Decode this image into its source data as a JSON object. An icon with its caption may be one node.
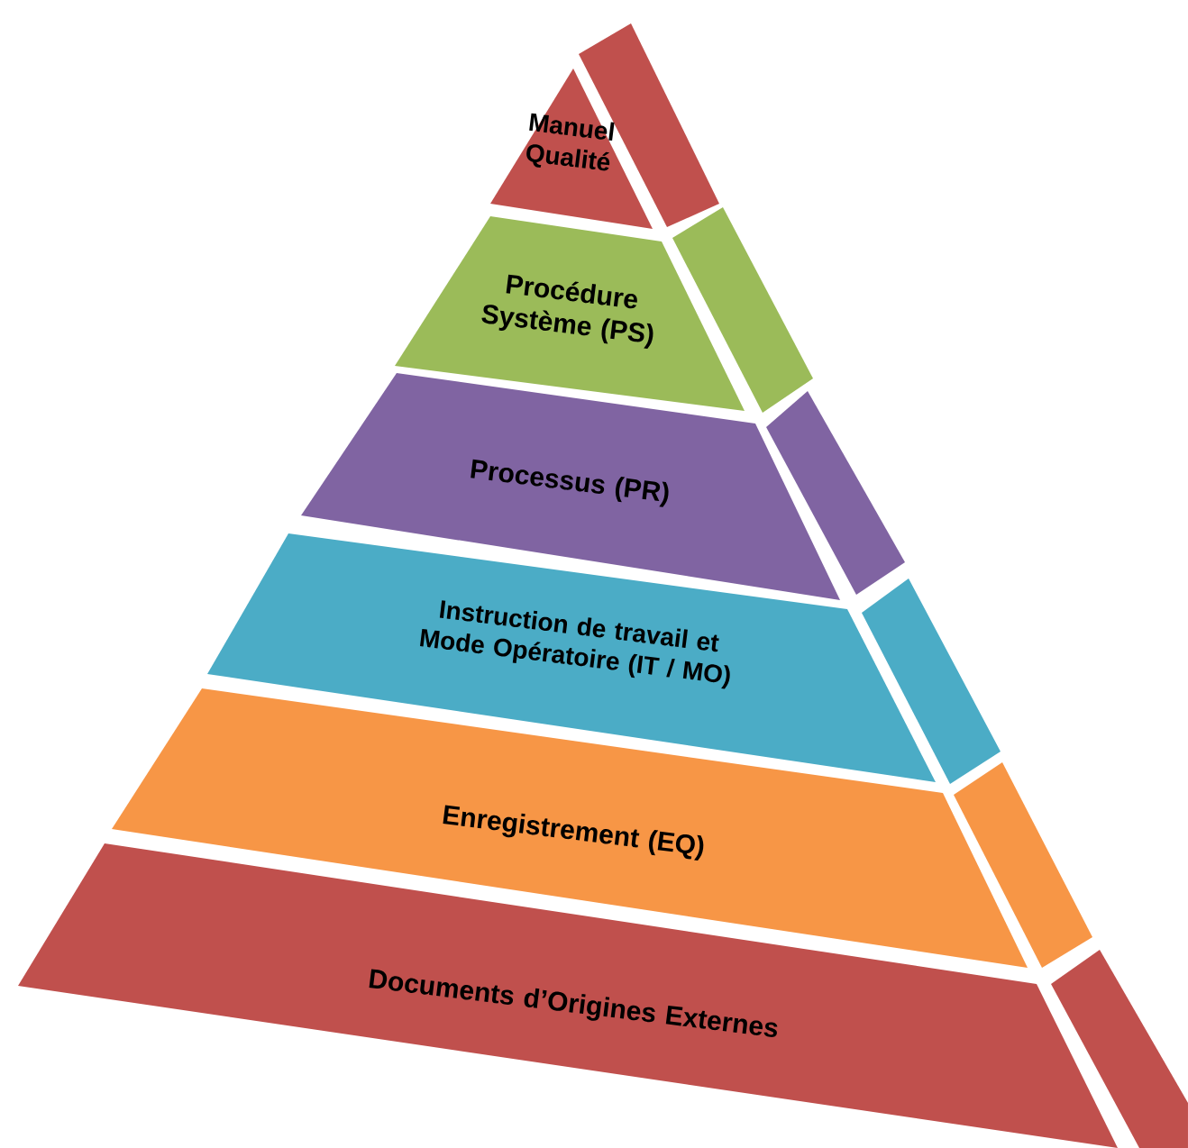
{
  "diagram": {
    "nodes": [
      {
        "text": [
          "Manuel Qualité"
        ]
      },
      {
        "text": [
          "Procédure Système (PS)"
        ]
      },
      {
        "text": [
          "Processus (PR)"
        ]
      },
      {
        "text": [
          "Instruction de travail et Mode Opératoire (IT / MO)"
        ]
      },
      {
        "text": [
          "Enregistrement (EQ)"
        ]
      },
      {
        "text": [
          "Documents d’Origines Externes"
        ]
      }
    ]
  }
}
